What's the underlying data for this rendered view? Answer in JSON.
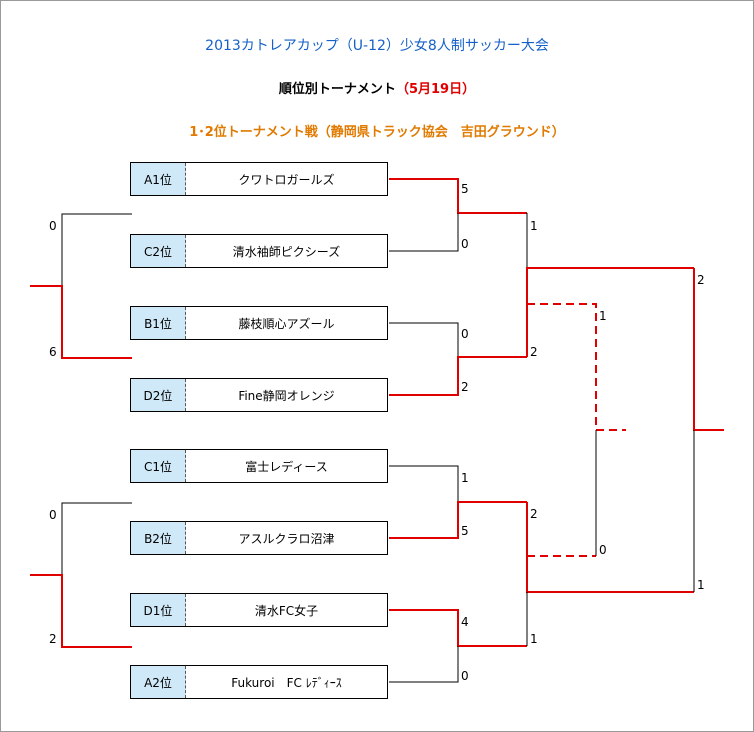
{
  "header": {
    "title": "2013カトレアカップ（U-12）少女8人制サッカー大会",
    "subtitle_main": "順位別トーナメント",
    "subtitle_date": "（5月19日）",
    "section": "1･2位トーナメント戦（静岡県トラック協会　吉田グラウンド）"
  },
  "teams": [
    {
      "seed": "A1位",
      "name": "クワトロガールズ"
    },
    {
      "seed": "C2位",
      "name": "清水袖師ピクシーズ"
    },
    {
      "seed": "B1位",
      "name": "藤枝順心アズール"
    },
    {
      "seed": "D2位",
      "name": "Fine静岡オレンジ"
    },
    {
      "seed": "C1位",
      "name": "富士レディース"
    },
    {
      "seed": "B2位",
      "name": "アスルクラロ沼津"
    },
    {
      "seed": "D1位",
      "name": "清水FC女子"
    },
    {
      "seed": "A2位",
      "name": "Fukuroi　FC ﾚﾃﾞｨｰｽ"
    }
  ],
  "scores": {
    "r1_m1": [
      "5",
      "0"
    ],
    "r1_m2": [
      "0",
      "2"
    ],
    "r1_m3": [
      "1",
      "5"
    ],
    "r1_m4": [
      "4",
      "0"
    ],
    "r2_top": [
      "1",
      "2"
    ],
    "r2_bottom": [
      "2",
      "1"
    ],
    "final": [
      "2",
      "1"
    ],
    "third": [
      "1",
      "0"
    ],
    "left_top": [
      "0",
      "6"
    ],
    "left_bottom": [
      "0",
      "2"
    ]
  },
  "colors": {
    "winner_line": "#e00000",
    "loser_line": "#000000",
    "seed_bg": "#cfe9f8",
    "title": "#1560c9",
    "section": "#e07a00"
  }
}
